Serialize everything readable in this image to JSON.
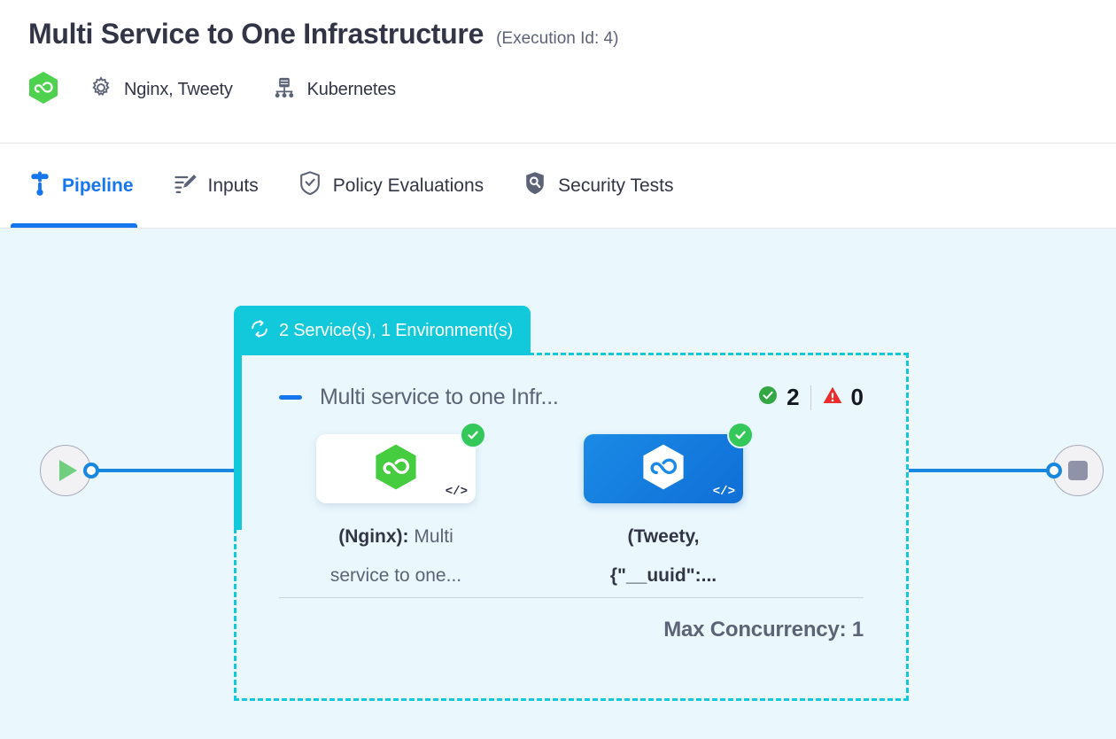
{
  "header": {
    "title": "Multi Service to One Infrastructure",
    "execution_id_label": "(Execution Id: 4)",
    "brand_icon": "hexagon-infinity-logo",
    "services_icon": "gear-icon",
    "services_text": "Nginx, Tweety",
    "infrastructure_icon": "infrastructure-node-icon",
    "infrastructure_text": "Kubernetes"
  },
  "tabs": [
    {
      "label": "Pipeline",
      "icon": "pipeline-icon",
      "active": true
    },
    {
      "label": "Inputs",
      "icon": "edit-pencil-icon",
      "active": false
    },
    {
      "label": "Policy Evaluations",
      "icon": "shield-check-icon",
      "active": false
    },
    {
      "label": "Security Tests",
      "icon": "shield-search-icon",
      "active": false
    }
  ],
  "canvas": {
    "start_node": {
      "name": "start-node",
      "icon": "play-icon"
    },
    "end_node": {
      "name": "end-node",
      "icon": "stop-icon"
    },
    "group": {
      "tab_icon": "loop-cycle-icon",
      "tab_label": "2 Service(s), 1 Environment(s)",
      "accent_color": "#12c9dc",
      "stage": {
        "collapse_icon": "collapse-minus-icon",
        "title": "Multi service to one Infr...",
        "success_icon": "check-circle-icon",
        "success_count": "2",
        "warning_icon": "warning-triangle-icon",
        "warning_count": "0"
      },
      "cards": [
        {
          "icon": "hexagon-infinity-logo",
          "status_icon": "check-badge-icon",
          "code_icon": "code-tag-icon",
          "code_text": "</>",
          "style": "white",
          "label_bold": "(Nginx):",
          "label_rest": " Multi service to one...",
          "label_all_bold": false
        },
        {
          "icon": "hexagon-infinity-logo-white",
          "status_icon": "check-badge-icon",
          "code_icon": "code-tag-icon",
          "code_text": "</>",
          "style": "blue",
          "label_bold": "(Tweety, {\"__uuid\":...",
          "label_rest": "",
          "label_all_bold": true
        }
      ],
      "max_concurrency": "Max Concurrency: 1"
    }
  }
}
